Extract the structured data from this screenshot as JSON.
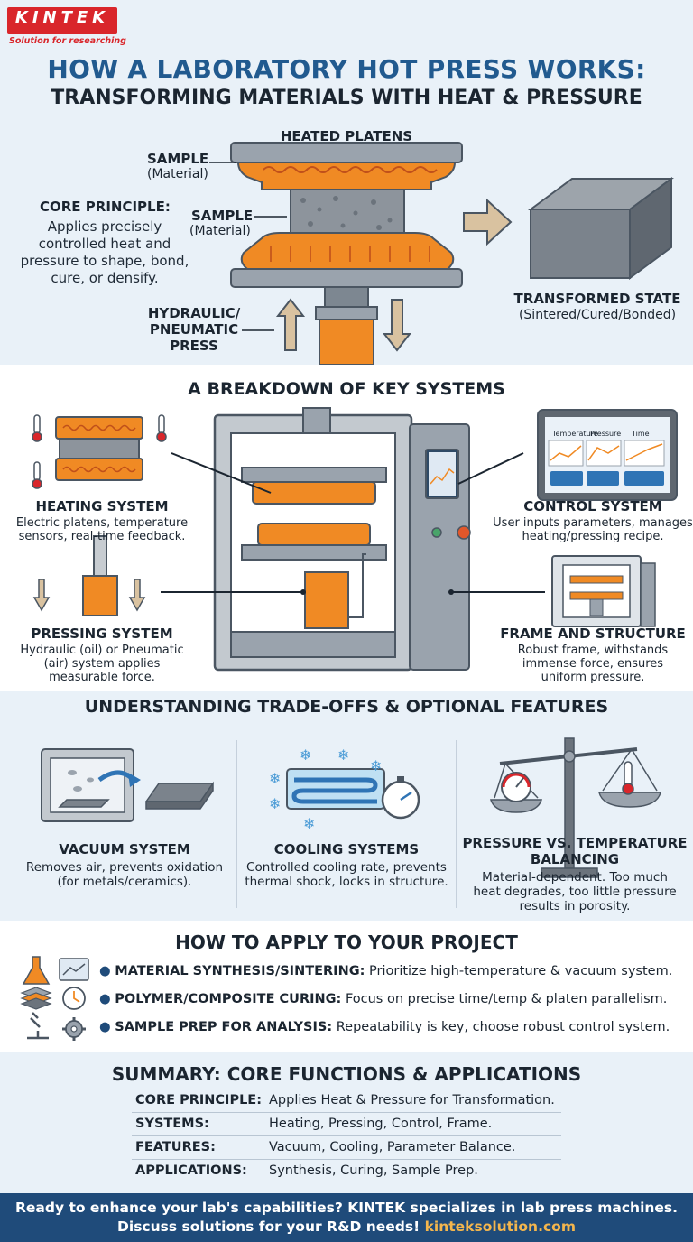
{
  "logo": {
    "name": "KINTEK",
    "tagline": "Solution for researching"
  },
  "header": {
    "title": "HOW A LABORATORY HOT PRESS WORKS:",
    "subtitle": "TRANSFORMING MATERIALS WITH HEAT & PRESSURE"
  },
  "press_diagram": {
    "heated_platens": "HEATED PLATENS",
    "sample_top": {
      "label": "SAMPLE",
      "note": "(Material)"
    },
    "sample_mid": {
      "label": "SAMPLE",
      "note": "(Material)"
    },
    "core_principle": {
      "label": "CORE PRINCIPLE:",
      "text": [
        "Applies precisely",
        "controlled heat and",
        "pressure to shape, bond,",
        "cure, or densify."
      ]
    },
    "press": [
      "HYDRAULIC/",
      "PNEUMATIC",
      "PRESS"
    ],
    "transformed": {
      "label": "TRANSFORMED STATE",
      "note": "(Sintered/Cured/Bonded)"
    }
  },
  "systems": {
    "title": "A BREAKDOWN OF KEY SYSTEMS",
    "heating": {
      "label": "HEATING SYSTEM",
      "text": [
        "Electric platens, temperature",
        "sensors, real-time feedback."
      ]
    },
    "control": {
      "label": "CONTROL SYSTEM",
      "text": [
        "User inputs parameters, manages",
        "heating/pressing recipe."
      ],
      "screen_tabs": [
        "Temperature",
        "Pressure",
        "Time"
      ]
    },
    "pressing": {
      "label": "PRESSING SYSTEM",
      "text": [
        "Hydraulic (oil) or Pneumatic",
        "(air) system applies",
        "measurable force."
      ]
    },
    "frame": {
      "label": "FRAME AND STRUCTURE",
      "text": [
        "Robust frame, withstands",
        "immense force, ensures",
        "uniform pressure."
      ]
    }
  },
  "tradeoffs": {
    "title": "UNDERSTANDING TRADE-OFFS & OPTIONAL FEATURES",
    "vacuum": {
      "label": "VACUUM SYSTEM",
      "text": [
        "Removes air, prevents oxidation",
        "(for metals/ceramics)."
      ]
    },
    "cooling": {
      "label": "COOLING SYSTEMS",
      "text": [
        "Controlled cooling rate, prevents",
        "thermal shock, locks in structure."
      ]
    },
    "balance": {
      "label": [
        "PRESSURE VS. TEMPERATURE",
        "BALANCING"
      ],
      "text": [
        "Material-dependent. Too much",
        "heat degrades, too little pressure",
        "results in porosity."
      ]
    }
  },
  "apply": {
    "title": "HOW TO APPLY TO YOUR PROJECT",
    "items": [
      {
        "key": "MATERIAL SYNTHESIS/SINTERING:",
        "text": " Prioritize high-temperature & vacuum system."
      },
      {
        "key": "POLYMER/COMPOSITE CURING:",
        "text": " Focus on precise time/temp & platen parallelism."
      },
      {
        "key": "SAMPLE PREP FOR ANALYSIS:",
        "text": " Repeatability is key, choose robust control system."
      }
    ]
  },
  "summary": {
    "title": "SUMMARY: CORE FUNCTIONS & APPLICATIONS",
    "rows": [
      {
        "k": "CORE PRINCIPLE:",
        "v": "Applies Heat & Pressure for Transformation."
      },
      {
        "k": "SYSTEMS:",
        "v": "Heating, Pressing, Control, Frame."
      },
      {
        "k": "FEATURES:",
        "v": "Vacuum, Cooling, Parameter Balance."
      },
      {
        "k": "APPLICATIONS:",
        "v": "Synthesis, Curing, Sample Prep."
      }
    ]
  },
  "footer": {
    "line1": "Ready to enhance your lab's capabilities? KINTEK specializes in lab press machines.",
    "line2a": "Discuss solutions for your R&D needs! ",
    "link": "kinteksolution.com"
  },
  "colors": {
    "brand_red": "#d9262b",
    "title_blue": "#215a8f",
    "platen_orange": "#f08a24",
    "footer_navy": "#1f4b7a"
  }
}
